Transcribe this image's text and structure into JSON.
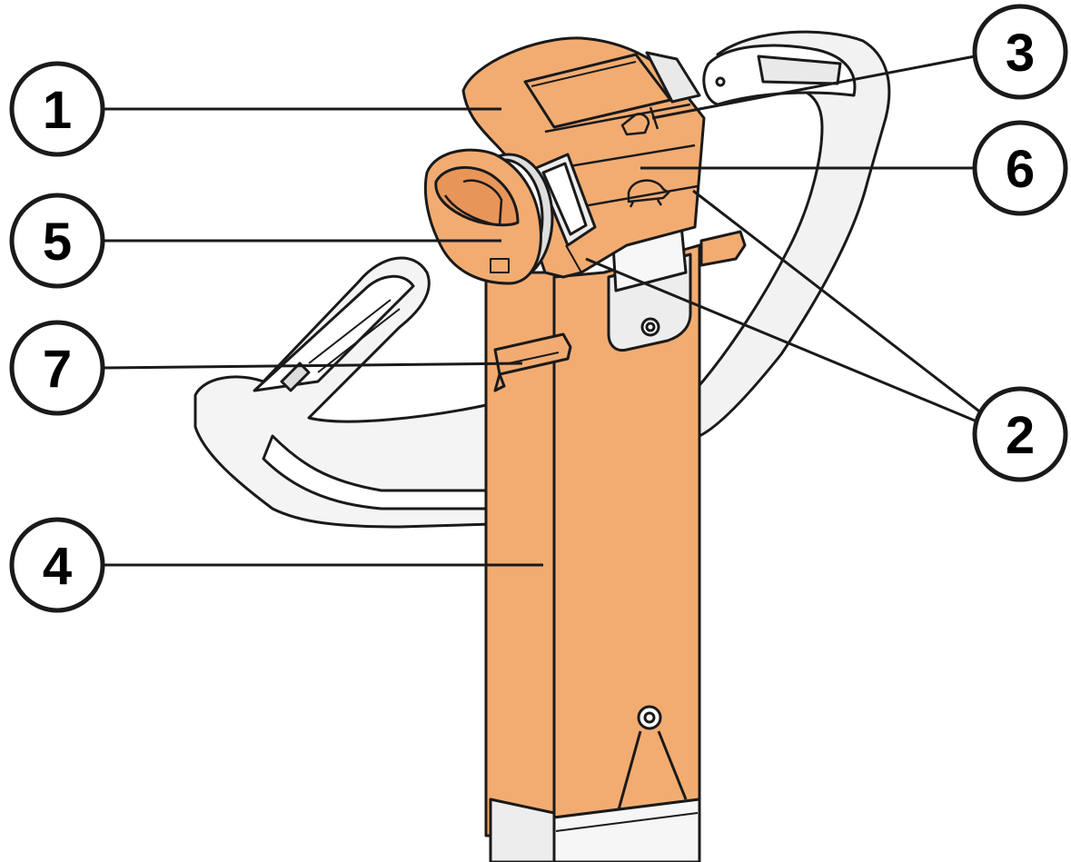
{
  "colors": {
    "housing": "#f2ac72",
    "housing_dark": "#e8955a",
    "outline": "#1a1a1a",
    "grey": "#ececec",
    "light": "#f7f7f7"
  },
  "callouts": [
    {
      "id": "1",
      "label": "1"
    },
    {
      "id": "2",
      "label": "2"
    },
    {
      "id": "3",
      "label": "3"
    },
    {
      "id": "4",
      "label": "4"
    },
    {
      "id": "5",
      "label": "5"
    },
    {
      "id": "6",
      "label": "6"
    },
    {
      "id": "7",
      "label": "7"
    }
  ],
  "icons": {
    "button_3": "horn-icon",
    "button_6": "turtle-icon"
  }
}
